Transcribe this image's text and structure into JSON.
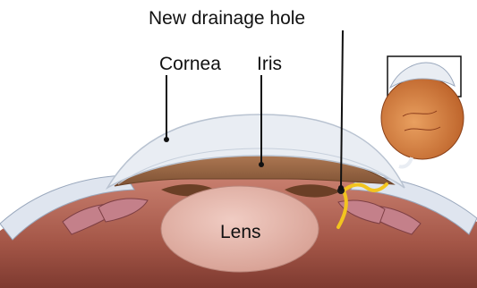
{
  "labels": {
    "new_drainage_hole": "New drainage hole",
    "cornea": "Cornea",
    "iris": "Iris",
    "lens": "Lens"
  },
  "colors": {
    "cornea": "#e9edf3",
    "cornea_edge": "#b9c3d1",
    "iris": "#9a6b49",
    "lens": "#e3b7ac",
    "tissue": "#b56a5a",
    "sclera": "#dfe5ef",
    "drainage": "#f2c41f",
    "globe": "#d7823f"
  }
}
